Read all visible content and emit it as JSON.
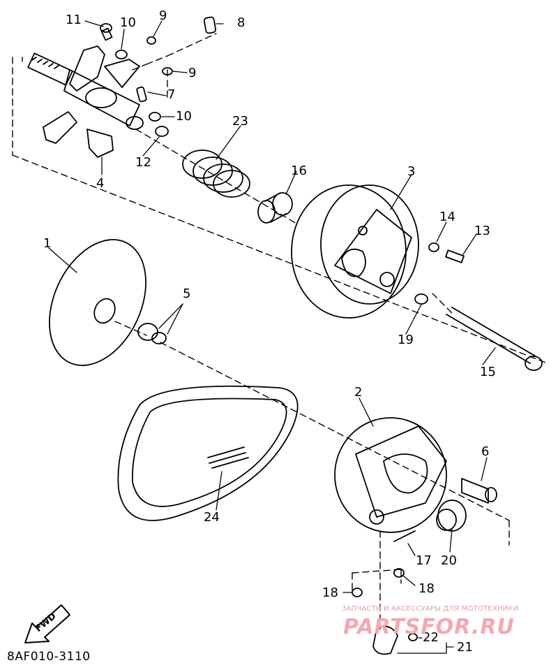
{
  "diagram_code": "8AF010-3110",
  "watermark": {
    "tagline": "ЗАПЧАСТИ И АКСЕССУАРЫ ДЛЯ МОТОТЕХНИКИ",
    "logo": "PARTSFOR.RU"
  },
  "direction_arrow": {
    "text": "FWD",
    "icon": "fwd-arrow-icon"
  },
  "callouts": [
    {
      "id": "11",
      "part": "bolt"
    },
    {
      "id": "10",
      "part": "nut"
    },
    {
      "id": "9",
      "part": "washer"
    },
    {
      "id": "8",
      "part": "pin"
    },
    {
      "id": "9",
      "part": "washer"
    },
    {
      "id": "7",
      "part": "pin"
    },
    {
      "id": "10",
      "part": "nut"
    },
    {
      "id": "12",
      "part": "nut"
    },
    {
      "id": "4",
      "part": "primary-sheave-shaft"
    },
    {
      "id": "23",
      "part": "spring"
    },
    {
      "id": "16",
      "part": "bushing"
    },
    {
      "id": "3",
      "part": "movable-sheave"
    },
    {
      "id": "14",
      "part": "washer"
    },
    {
      "id": "13",
      "part": "bolt"
    },
    {
      "id": "1",
      "part": "fixed-sheave"
    },
    {
      "id": "5",
      "part": "bushing"
    },
    {
      "id": "19",
      "part": "washer"
    },
    {
      "id": "15",
      "part": "long-bolt"
    },
    {
      "id": "2",
      "part": "secondary-sheave"
    },
    {
      "id": "6",
      "part": "collar"
    },
    {
      "id": "24",
      "part": "drive-belt"
    },
    {
      "id": "20",
      "part": "oil-seal"
    },
    {
      "id": "17",
      "part": "pin"
    },
    {
      "id": "18",
      "part": "nut"
    },
    {
      "id": "18",
      "part": "nut"
    },
    {
      "id": "22",
      "part": "spring-pin"
    },
    {
      "id": "21",
      "part": "weight-arm"
    }
  ]
}
